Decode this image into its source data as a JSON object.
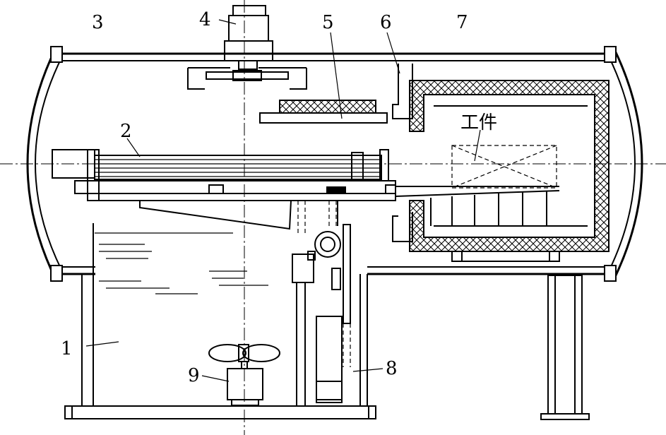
{
  "labels": {
    "l1": "1",
    "l2": "2",
    "l3": "3",
    "l4": "4",
    "l5": "5",
    "l6": "6",
    "l7": "7",
    "l8": "8",
    "l9": "9",
    "workpiece": "工件"
  }
}
